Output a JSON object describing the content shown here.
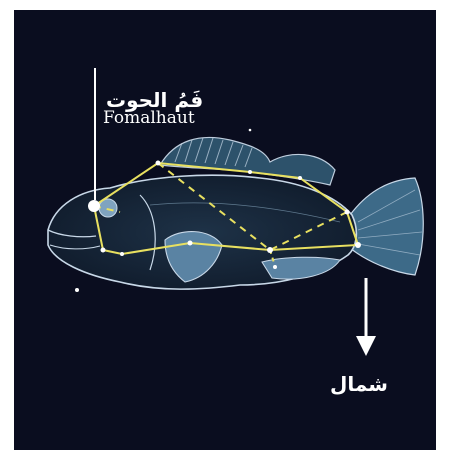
{
  "star_label_arabic": "فَمُ الحوت",
  "star_label_latin": "Fomalhaut",
  "direction_label": "شمال",
  "colors": {
    "sky": "#0a0d1f",
    "fish_outline": "#c8d8e8",
    "fish_fill": "#2b4a63",
    "fin_fill": "#6d92ad",
    "constellation_line": "#e8e060",
    "star": "#ffffff",
    "arrow": "#ffffff"
  }
}
